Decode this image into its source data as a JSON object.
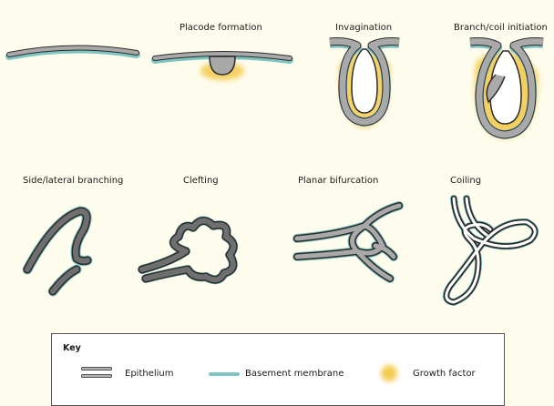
{
  "stages_top": [
    {
      "id": "placode",
      "label": "Placode formation"
    },
    {
      "id": "invagination",
      "label": "Invagination"
    },
    {
      "id": "branch",
      "label": "Branch/coil initiation"
    }
  ],
  "stages_bottom": [
    {
      "id": "side",
      "label": "Side/lateral branching"
    },
    {
      "id": "clefting",
      "label": "Clefting"
    },
    {
      "id": "planar",
      "label": "Planar bifurcation"
    },
    {
      "id": "coiling",
      "label": "Coiling"
    }
  ],
  "key": {
    "title": "Key",
    "epithelium": "Epithelium",
    "basement": "Basement membrane",
    "growth": "Growth factor"
  },
  "colors": {
    "epithelium_fill": "#a9a9a9",
    "epithelium_dark": "#6f6f6f",
    "outline": "#2b2b2b",
    "basement_membrane": "#7ec4c0",
    "growth_factor": "#f2c233",
    "background": "#fefcec"
  }
}
